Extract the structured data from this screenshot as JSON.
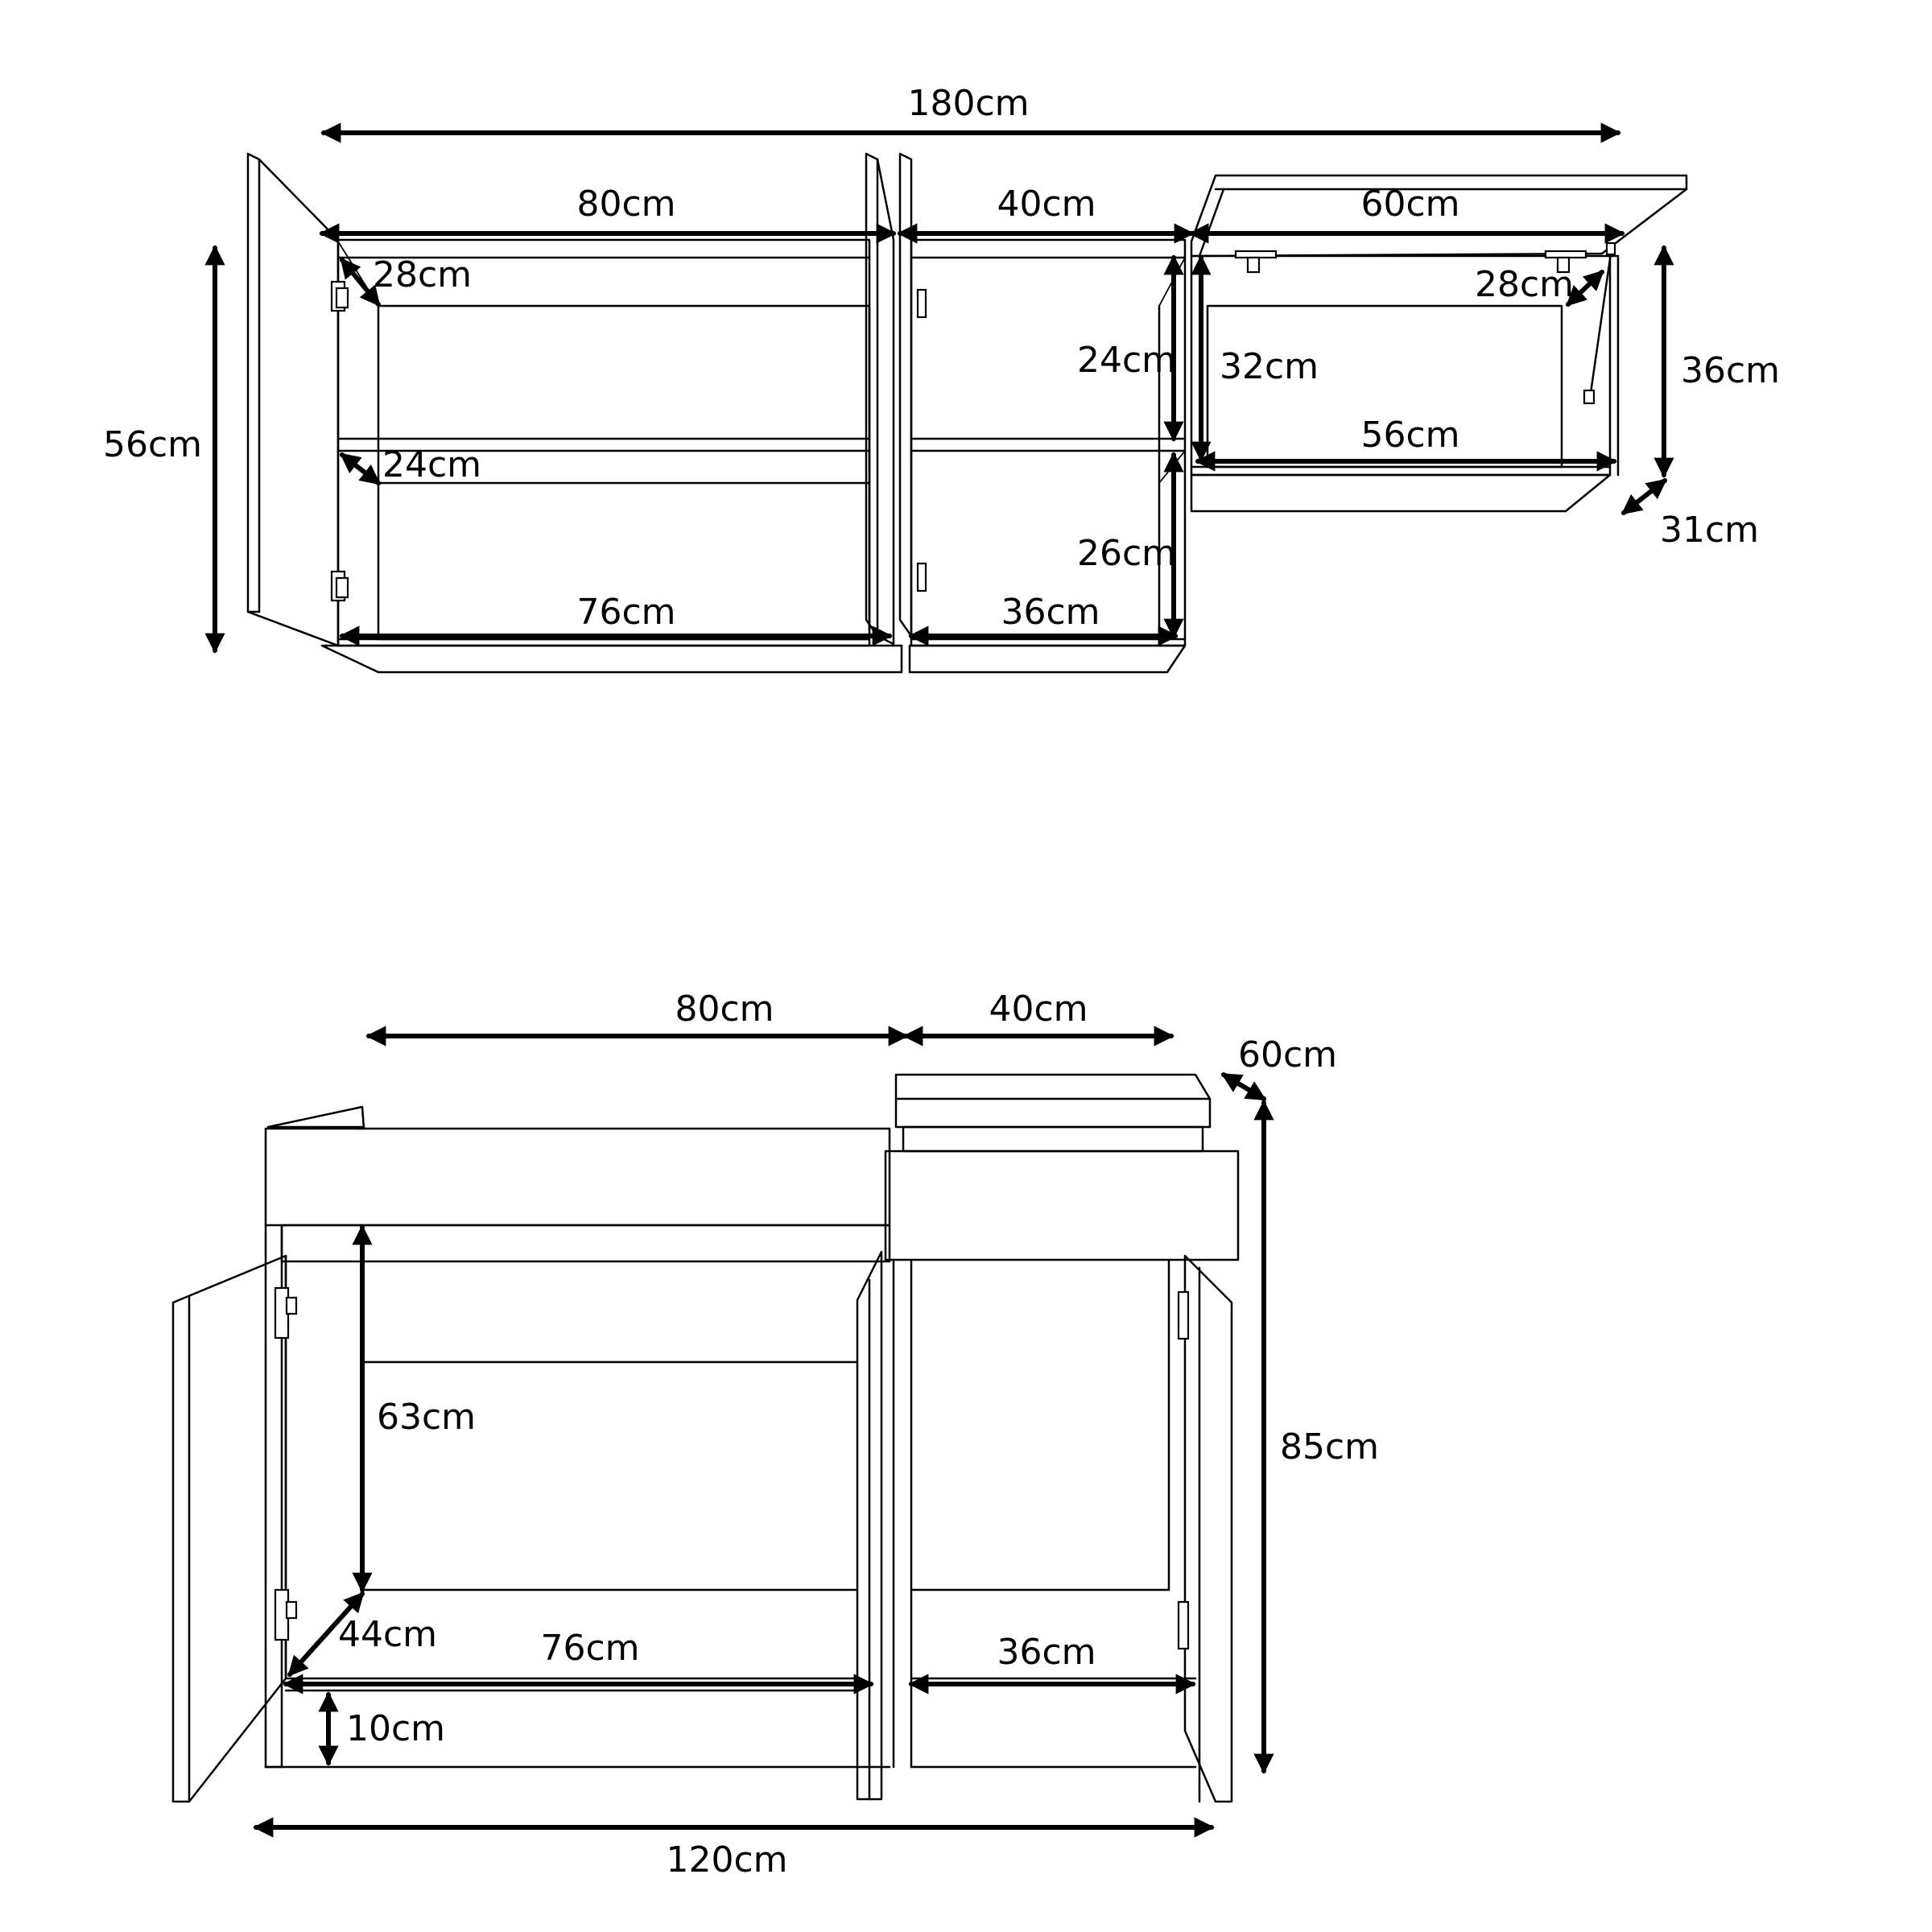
{
  "wall_units": {
    "total_width": "180cm",
    "cabinet_80": {
      "width": "80cm",
      "inner_width": "76cm",
      "height": "56cm",
      "top_depth": "28cm",
      "shelf_depth": "24cm"
    },
    "cabinet_40": {
      "width": "40cm",
      "inner_width": "36cm",
      "upper_height": "24cm",
      "lower_height": "26cm"
    },
    "cabinet_60": {
      "width": "60cm",
      "inner_width": "56cm",
      "inner_height": "32cm",
      "depth_inner": "28cm",
      "height": "36cm",
      "depth": "31cm"
    }
  },
  "base_units": {
    "total_width": "120cm",
    "cabinet_80": {
      "width": "80cm",
      "inner_width": "76cm",
      "inner_height": "63cm",
      "inner_depth": "44cm",
      "plinth_height": "10cm"
    },
    "cabinet_40": {
      "width": "40cm",
      "inner_width": "36cm",
      "depth": "60cm",
      "height": "85cm"
    }
  }
}
